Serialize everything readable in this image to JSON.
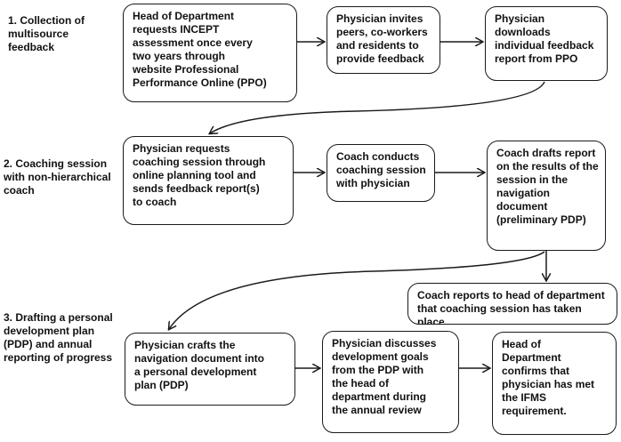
{
  "stages": [
    {
      "id": "stage-1",
      "label": "1. Collection of\nmultisource\nfeedback"
    },
    {
      "id": "stage-2",
      "label": "2. Coaching session\nwith non-hierarchical\ncoach"
    },
    {
      "id": "stage-3",
      "label": "3. Drafting a personal\ndevelopment plan\n(PDP) and annual\nreporting of progress"
    }
  ],
  "boxes": {
    "request_incept": "Head of Department\nrequests INCEPT\nassessment once every\ntwo years through\nwebsite Professional\nPerformance Online (PPO)",
    "invite_peers": "Physician invites\npeers, co-workers\nand residents to\nprovide feedback",
    "download_report": "Physician\ndownloads\nindividual feedback\nreport from PPO",
    "request_coaching": "Physician requests\ncoaching session through\nonline planning tool and\nsends feedback report(s)\nto coach",
    "conduct_coaching": "Coach conducts\ncoaching session\nwith physician",
    "draft_report": "Coach drafts report\non the results of the\nsession in the\nnavigation\ndocument\n(preliminary PDP)",
    "report_head": "Coach reports to head of department\nthat coaching session has taken place",
    "craft_pdp": "Physician crafts the\nnavigation document into\na personal development\nplan (PDP)",
    "discuss_goals": "Physician discusses\ndevelopment goals\nfrom the PDP with\nthe head of\ndepartment during\nthe annual review",
    "confirm_ifms": "Head of\nDepartment\nconfirms that\nphysician has met\nthe IFMS\nrequirement."
  }
}
